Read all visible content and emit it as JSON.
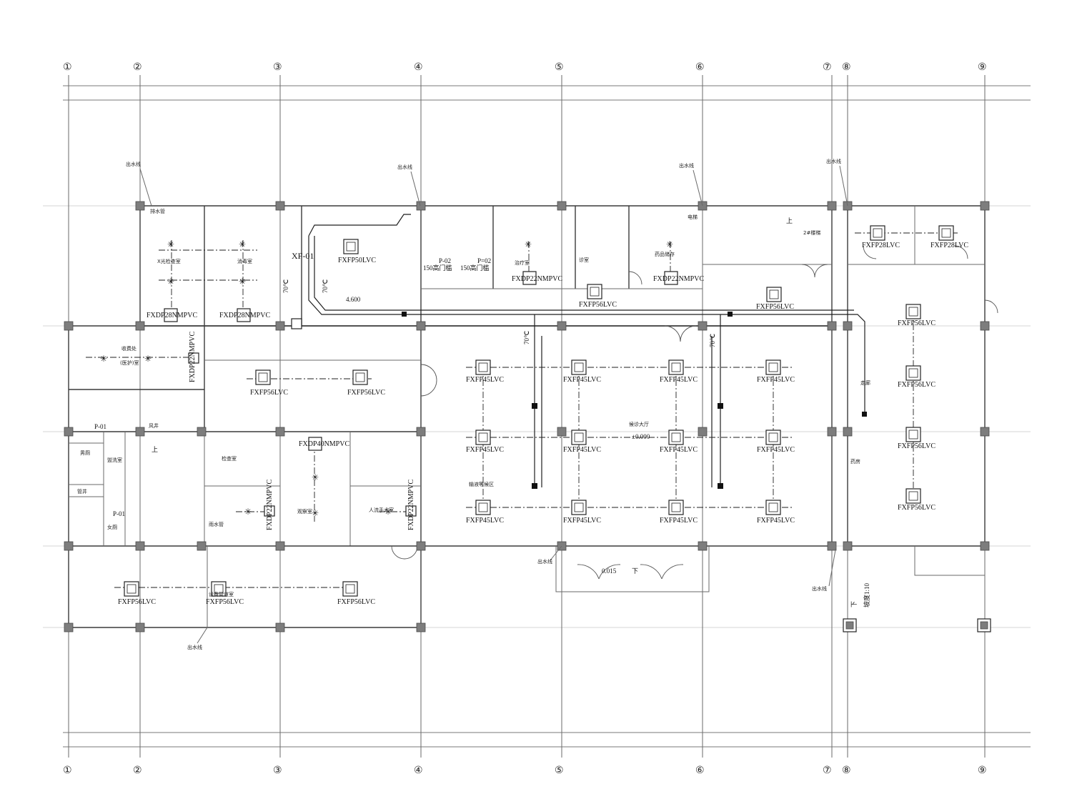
{
  "axes": {
    "top_labels": [
      "①",
      "②",
      "③",
      "④",
      "⑤",
      "⑥",
      "⑦",
      "⑧",
      "⑨"
    ],
    "bottom_labels": [
      "①",
      "②",
      "③",
      "④",
      "⑤",
      "⑥",
      "⑦",
      "⑧",
      "⑨"
    ]
  },
  "units": [
    {
      "label": "FXFP50LVC"
    },
    {
      "label": "FXFP56LVC"
    },
    {
      "label": "FXFP56LVC"
    },
    {
      "label": "FXFP45LVC"
    },
    {
      "label": "FXFP45LVC"
    },
    {
      "label": "FXFP45LVC"
    },
    {
      "label": "FXFP45LVC"
    },
    {
      "label": "FXFP45LVC"
    },
    {
      "label": "FXFP45LVC"
    },
    {
      "label": "FXFP45LVC"
    },
    {
      "label": "FXFP45LVC"
    },
    {
      "label": "FXFP45LVC"
    },
    {
      "label": "FXFP45LVC"
    },
    {
      "label": "FXFP45LVC"
    },
    {
      "label": "FXFP45LVC"
    },
    {
      "label": "FXFP56LVC"
    },
    {
      "label": "FXFP56LVC"
    },
    {
      "label": "FXFP28LVC"
    },
    {
      "label": "FXFP28LVC"
    },
    {
      "label": "FXFP56LVC"
    },
    {
      "label": "FXFP56LVC"
    },
    {
      "label": "FXFP56LVC"
    },
    {
      "label": "FXFP56LVC"
    },
    {
      "label": "FXFP56LVC"
    },
    {
      "label": "FXFP56LVC"
    },
    {
      "label": "FXFP56LVC"
    }
  ],
  "duct_units": [
    {
      "label": "FXDP28NMPVC"
    },
    {
      "label": "FXDP28NMPVC"
    },
    {
      "label": "FXDP22NMPVC"
    },
    {
      "label": "FXDP22NMPVC"
    },
    {
      "label": "FXDP40NMPVC"
    },
    {
      "label": "FXDP22NMPVC"
    },
    {
      "label": "FXDP22NMPVC"
    },
    {
      "label": "FXDP22NMPVC"
    }
  ],
  "tags": {
    "xf01": "XF-01",
    "p02a": "P-02",
    "p02b": "P=02",
    "p01a": "P-01",
    "p01b": "P-01",
    "door150a": "150高门槛",
    "door150b": "150高门槛",
    "elev4600": "4.600",
    "elev0000": "±0.000",
    "elev0015": "0.015",
    "t70a": "70℃",
    "t70b": "70℃",
    "t70c": "70℃",
    "t70d": "70℃",
    "slope": "坡度1:10",
    "down1": "下",
    "down2": "下",
    "up1": "上",
    "up2": "上"
  },
  "rooms": {
    "r1": "X光检查室",
    "r2": "消毒室",
    "r3": "收费处",
    "r4": "(医护)室",
    "r5": "候诊大厅",
    "r6": "输液等候区",
    "r7": "治疗室",
    "r8": "电梯",
    "r9": "2#楼梯",
    "r10": "管井",
    "r11": "男厕",
    "r12": "女厕",
    "r13": "盥洗室",
    "r14": "风井",
    "r15": "药房",
    "r16": "走廊",
    "r17": "排水管",
    "r18": "雨水管",
    "r19": "检查室",
    "r20": "设备管道室",
    "r21": "观察室",
    "r22": "人流手术室",
    "r23": "诊室",
    "r24": "药品储存"
  },
  "notes": {
    "drain1": "出水线",
    "drain2": "出水线",
    "drain3": "出水线",
    "drain4": "出水线",
    "drain5": "出水线",
    "drain6": "出水线",
    "drain7": "出水线"
  }
}
